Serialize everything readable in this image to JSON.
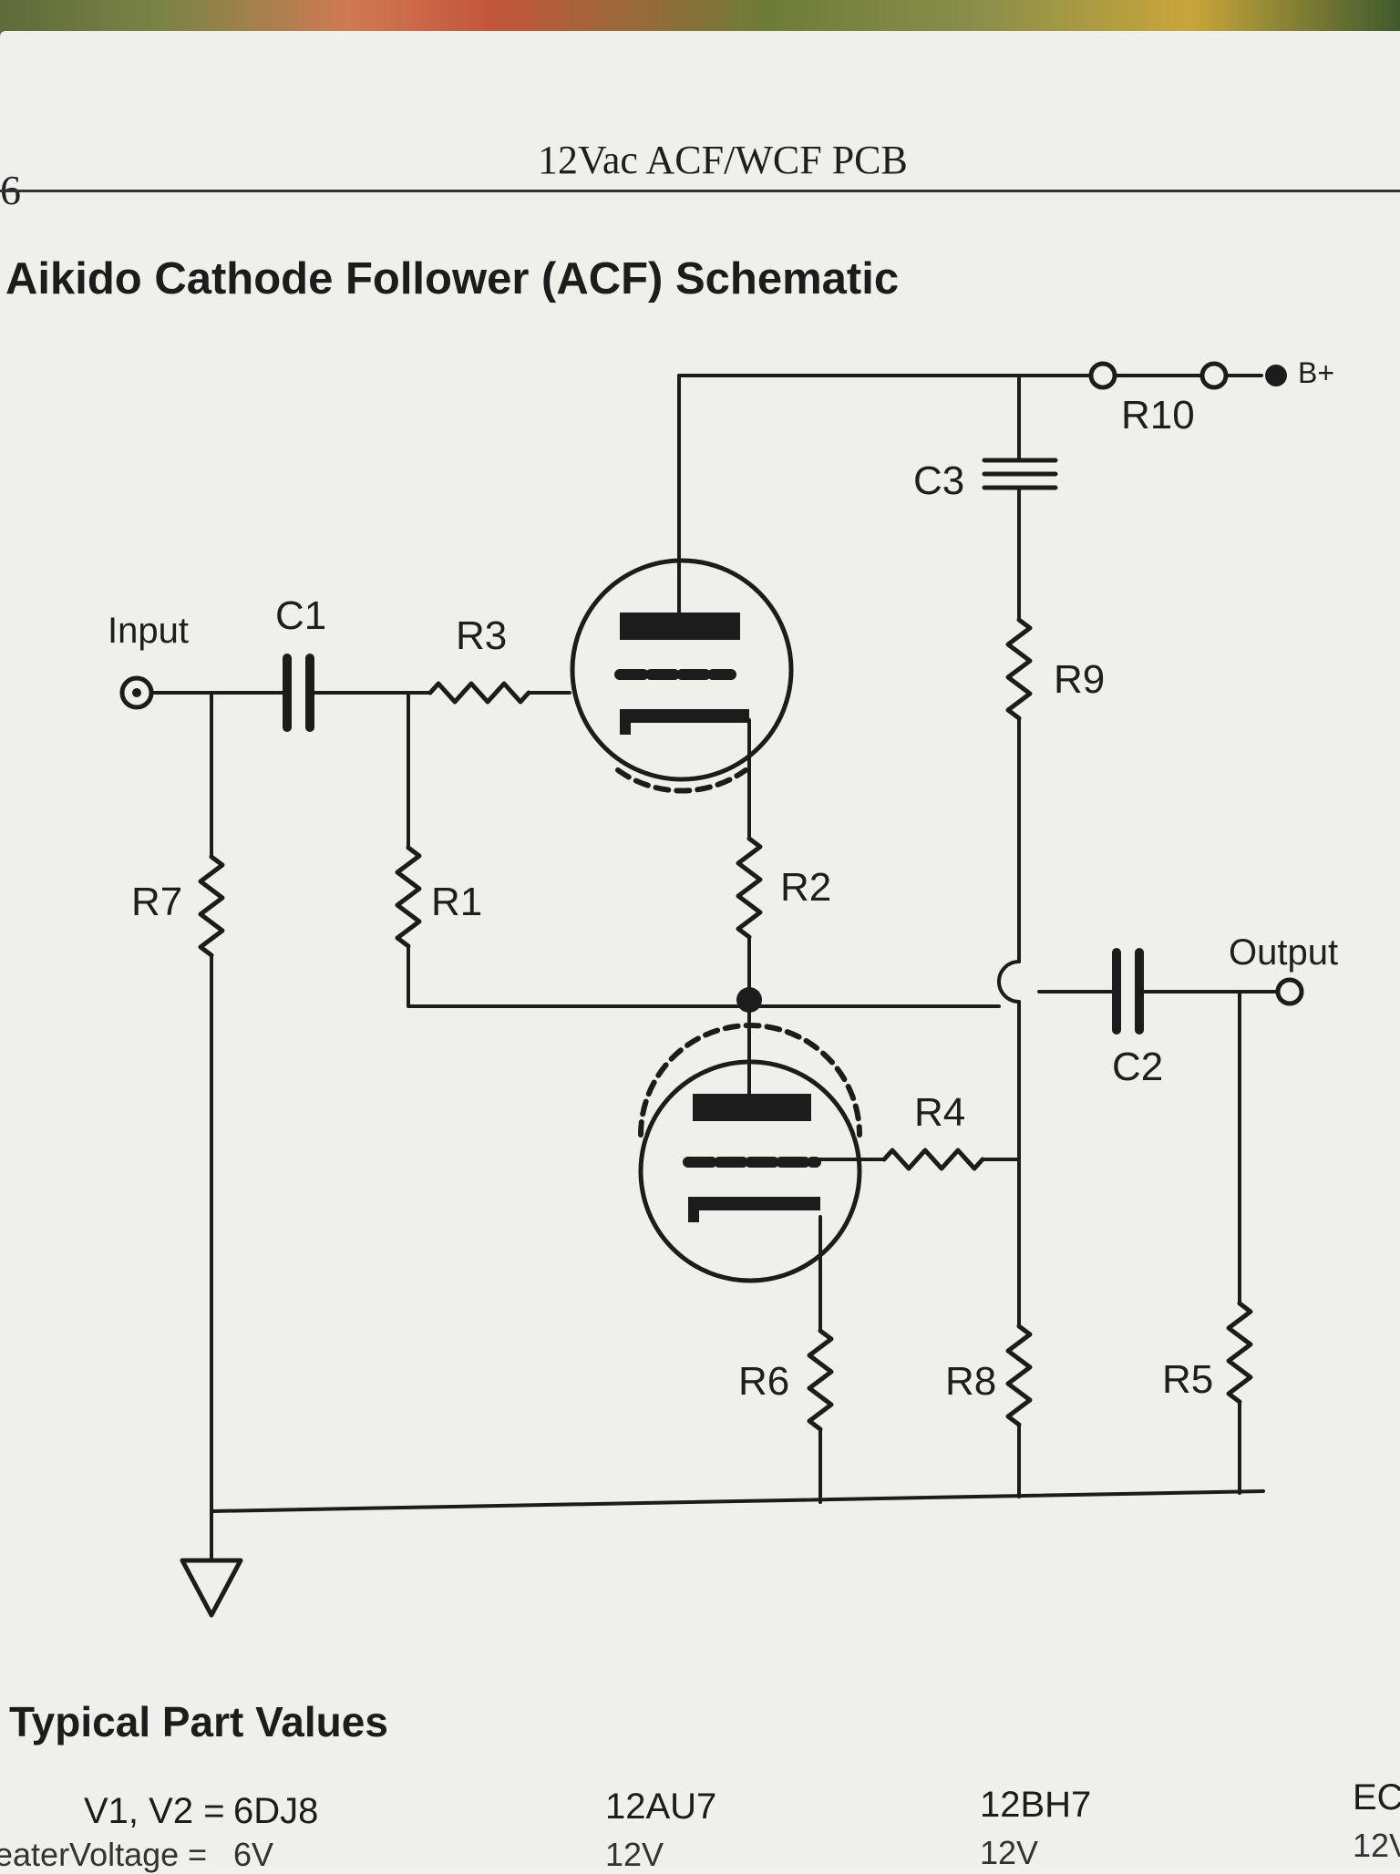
{
  "page": {
    "page_number": "6",
    "running_header": "12Vac ACF/WCF PCB",
    "section_title": "Aikido Cathode Follower (ACF) Schematic"
  },
  "schematic": {
    "labels": {
      "input": "Input",
      "output": "Output",
      "bplus": "B+",
      "c1": "C1",
      "c2": "C2",
      "c3": "C3",
      "r1": "R1",
      "r2": "R2",
      "r3": "R3",
      "r4": "R4",
      "r5": "R5",
      "r6": "R6",
      "r7": "R7",
      "r8": "R8",
      "r9": "R9",
      "r10": "R10"
    }
  },
  "part_values": {
    "title": "Typical Part Values",
    "row1": {
      "label": "V1, V2 =",
      "values": [
        "6DJ8",
        "12AU7",
        "12BH7",
        "EC"
      ]
    },
    "row2": {
      "label": "eaterVoltage =",
      "values": [
        "6V",
        "12V",
        "12V",
        "12V"
      ]
    }
  }
}
